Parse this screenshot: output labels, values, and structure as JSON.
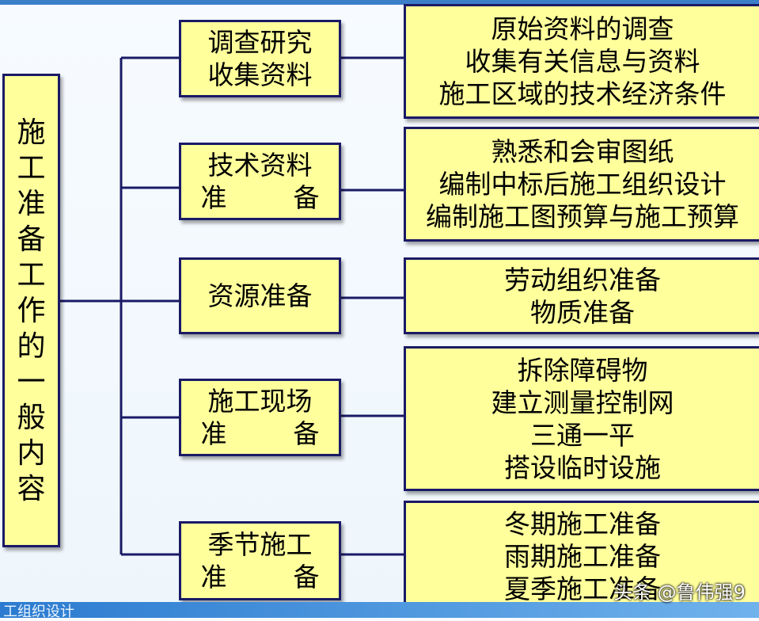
{
  "root": {
    "chars": [
      "施",
      "工",
      "准",
      "备",
      "工",
      "作",
      "的",
      "一",
      "般",
      "内",
      "容"
    ]
  },
  "categories": [
    {
      "line1": "调查研究",
      "line2": "收集资料",
      "details": [
        "原始资料的调查",
        "收集有关信息与资料",
        "施工区域的技术经济条件"
      ]
    },
    {
      "line1": "技术资料",
      "line2a": "准",
      "line2b": "备",
      "details": [
        "熟悉和会审图纸",
        "编制中标后施工组织设计",
        "编制施工图预算与施工预算"
      ]
    },
    {
      "line1": "资源准备",
      "details": [
        "劳动组织准备",
        "物质准备"
      ]
    },
    {
      "line1": "施工现场",
      "line2a": "准",
      "line2b": "备",
      "details": [
        "拆除障碍物",
        "建立测量控制网",
        "三通一平",
        "搭设临时设施"
      ]
    },
    {
      "line1": "季节施工",
      "line2a": "准",
      "line2b": "备",
      "details": [
        "冬期施工准备",
        "雨期施工准备",
        "夏季施工准备"
      ]
    }
  ],
  "footer_text": "工组织设计",
  "watermark": "头条 @鲁伟强9",
  "colors": {
    "box_fill": "#ffff9c",
    "box_border": "#1a1a66",
    "connector": "#1a1a66"
  }
}
